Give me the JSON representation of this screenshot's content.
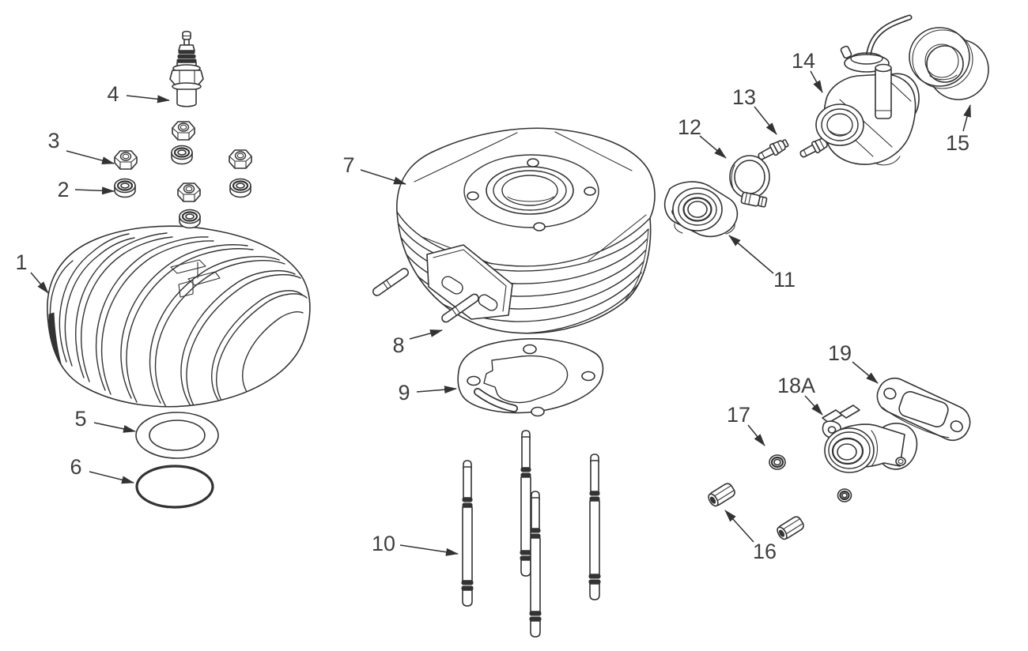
{
  "diagram": {
    "kind": "exploded-parts-line-drawing",
    "background_color": "#ffffff",
    "line_color": "#333333",
    "label_color": "#3e3e3e",
    "parts": [
      {
        "number": "1",
        "name": "cylinder-head"
      },
      {
        "number": "2",
        "name": "washer"
      },
      {
        "number": "3",
        "name": "hex-nut"
      },
      {
        "number": "4",
        "name": "spark-plug"
      },
      {
        "number": "5",
        "name": "head-gasket-ring"
      },
      {
        "number": "6",
        "name": "o-ring"
      },
      {
        "number": "7",
        "name": "cylinder"
      },
      {
        "number": "8",
        "name": "exhaust-stud"
      },
      {
        "number": "9",
        "name": "base-gasket"
      },
      {
        "number": "10",
        "name": "cylinder-stud"
      },
      {
        "number": "11",
        "name": "intake-flange"
      },
      {
        "number": "12",
        "name": "hose-clamp"
      },
      {
        "number": "13",
        "name": "bolt"
      },
      {
        "number": "14",
        "name": "carburetor"
      },
      {
        "number": "15",
        "name": "air-filter"
      },
      {
        "number": "16",
        "name": "spacer-nut"
      },
      {
        "number": "17",
        "name": "small-washer"
      },
      {
        "number": "18A",
        "name": "intake-manifold"
      },
      {
        "number": "19",
        "name": "exhaust-gasket"
      }
    ]
  }
}
